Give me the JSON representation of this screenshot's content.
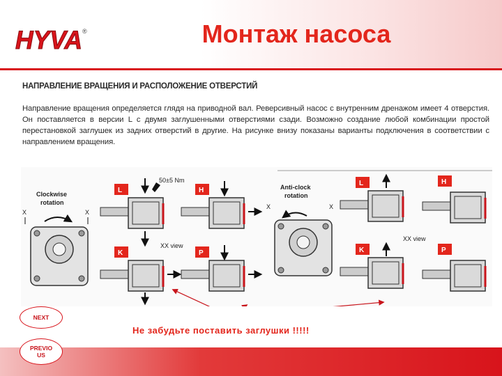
{
  "brand": {
    "logo_text": "HYVA",
    "registered_mark": "®"
  },
  "slide": {
    "title": "Монтаж насоса"
  },
  "content": {
    "heading": "НАПРАВЛЕНИЕ ВРАЩЕНИЯ И РАСПОЛОЖЕНИЕ ОТВЕРСТИЙ",
    "paragraph": "Направление вращения определяется глядя на приводной вал. Реверсивный насос с внутренним дренажом имеет 4 отверстия. Он поставляется в версии L с двумя заглушенными отверстиями сзади. Возможно создание любой комбинации простой перестановкой заглушек из задних отверстий в другие. На рисунке внизу показаны варианты подключения в соответствии с направлением вращения."
  },
  "diagram": {
    "clockwise_label_1": "Clockwise",
    "clockwise_label_2": "rotation",
    "anticlock_label_1": "Anti-clock",
    "anticlock_label_2": "rotation",
    "torque_label": "50±5 Nm",
    "xx_view_label": "XX view",
    "x_mark": "X",
    "badges": {
      "l": "L",
      "h": "H",
      "k": "K",
      "p": "P"
    },
    "badge_color": "#e3261c"
  },
  "reminder": "Не забудьте поставить заглушки !!!!!",
  "nav": {
    "next": "NEXT",
    "previous_1": "PREVIO",
    "previous_2": "US"
  },
  "colors": {
    "brand_red": "#d8141b",
    "title_red": "#e3261c"
  }
}
